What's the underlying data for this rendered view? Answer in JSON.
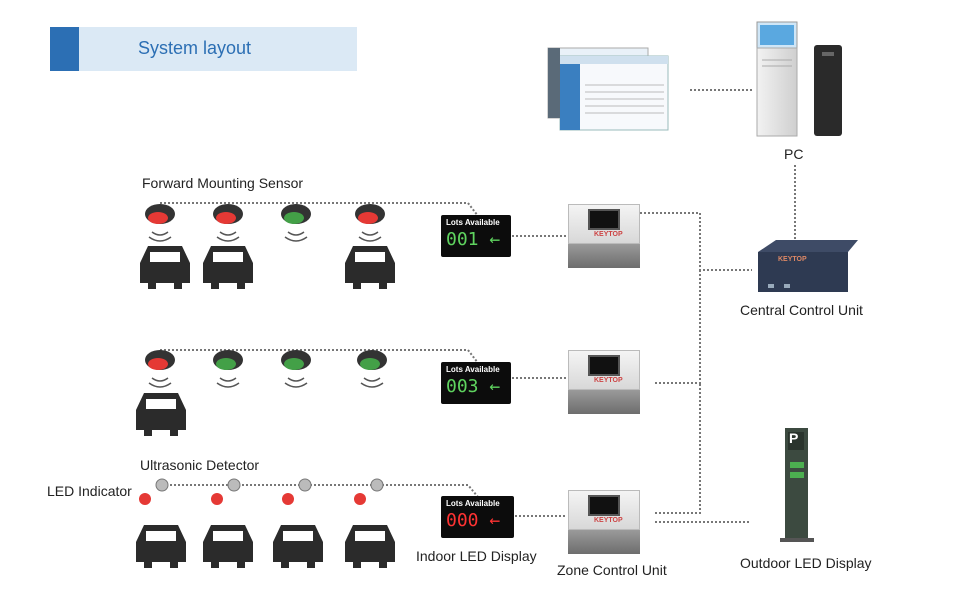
{
  "header": {
    "title": "System layout"
  },
  "labels": {
    "pc": "PC",
    "forward_sensor": "Forward Mounting Sensor",
    "central_control": "Central Control Unit",
    "ultrasonic": "Ultrasonic Detector",
    "led_indicator": "LED Indicator",
    "indoor_led": "Indoor LED Display",
    "zone_control": "Zone Control Unit",
    "outdoor_led": "Outdoor LED Display"
  },
  "displays": [
    {
      "title": "Lots Available",
      "count": "001",
      "color": "#5fd35f"
    },
    {
      "title": "Lots Available",
      "count": "003",
      "color": "#5fd35f"
    },
    {
      "title": "Lots Available",
      "count": "000",
      "color": "#ff3333"
    }
  ],
  "brand": "KEYTOP",
  "outdoor_sign": {
    "letter": "P"
  },
  "rows": {
    "row1_sensors": [
      "red",
      "red",
      "green",
      "red"
    ],
    "row2_sensors": [
      "red",
      "green",
      "green",
      "green"
    ],
    "row3_indicators": [
      "red",
      "red",
      "red",
      "red"
    ]
  },
  "colors": {
    "accent": "#2c6fb4",
    "occupied": "#e53935",
    "vacant": "#43a047"
  }
}
